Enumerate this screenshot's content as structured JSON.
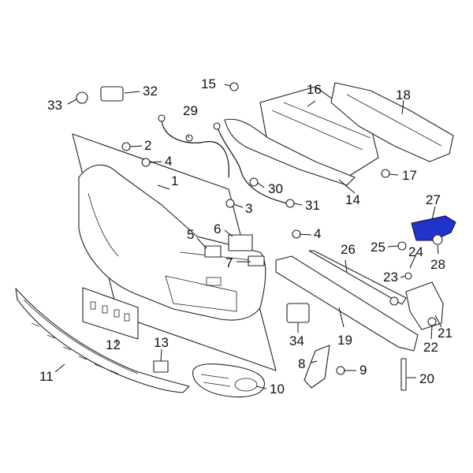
{
  "diagram": {
    "highlight_color": "#2233cc",
    "line_color": "#222222",
    "highlighted_part": "27",
    "callouts": [
      "1",
      "2",
      "3",
      "4",
      "4",
      "5",
      "6",
      "7",
      "8",
      "9",
      "10",
      "11",
      "12",
      "13",
      "14",
      "15",
      "16",
      "17",
      "18",
      "19",
      "20",
      "21",
      "22",
      "23",
      "24",
      "25",
      "26",
      "27",
      "28",
      "29",
      "30",
      "31",
      "32",
      "33",
      "34"
    ]
  }
}
